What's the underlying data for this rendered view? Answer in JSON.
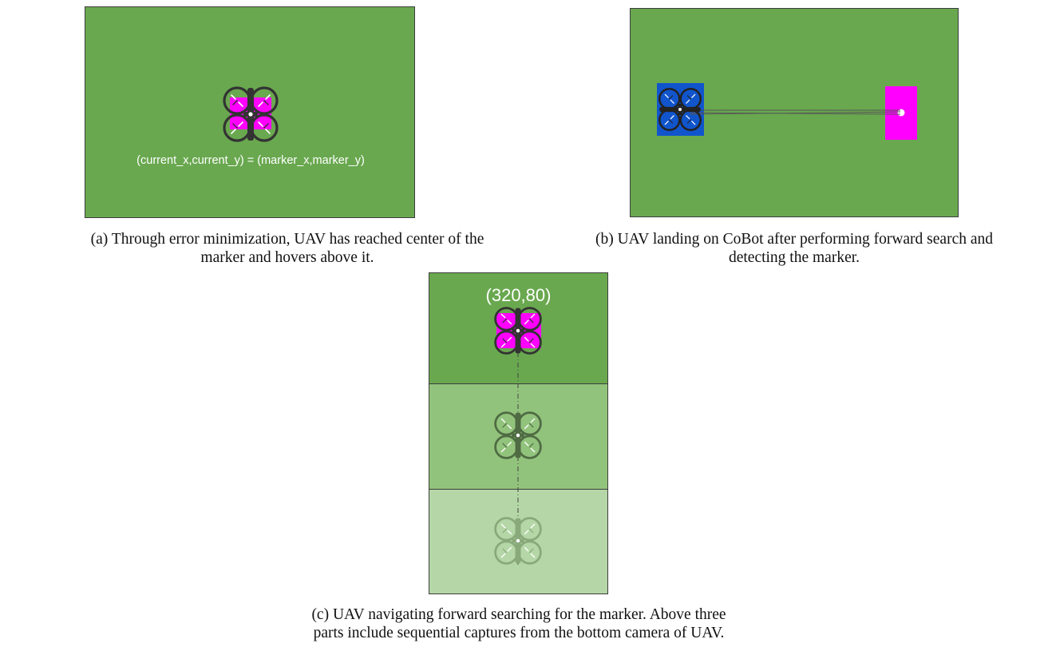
{
  "figure": {
    "panel_a": {
      "overlay_label": "(current_x,current_y) = (marker_x,marker_y)",
      "caption_line1": "(a) Through error minimization, UAV has reached center of the",
      "caption_line2": "marker and hovers above it."
    },
    "panel_b": {
      "caption_line1": "(b) UAV landing on CoBot after performing forward search and",
      "caption_line2": "detecting the marker."
    },
    "panel_c": {
      "coordinate_label": "(320,80)",
      "caption_line1": "(c) UAV navigating forward searching for the marker. Above three",
      "caption_line2": "parts include sequential captures from the bottom camera of UAV."
    }
  },
  "colors": {
    "field_green": "#69a84f",
    "field_green_mid": "#92c37c",
    "field_green_light": "#b5d7a7",
    "marker_magenta": "#ff00ff",
    "cobot_blue": "#1155cc",
    "drone_dark": "#333333",
    "label_white": "#ffffff"
  },
  "icons": {
    "uav": "quadcopter-icon",
    "marker": "marker-rectangle",
    "cobot": "cobot-platform"
  }
}
